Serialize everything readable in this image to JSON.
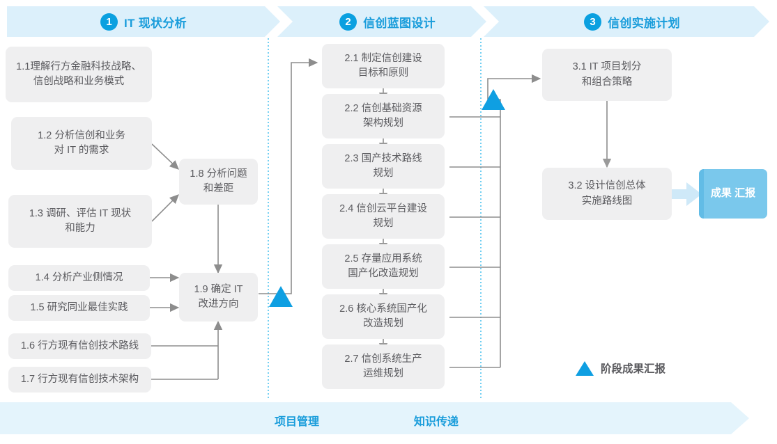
{
  "phases": [
    {
      "num": "1",
      "title": "IT 现状分析"
    },
    {
      "num": "2",
      "title": "信创蓝图设计"
    },
    {
      "num": "3",
      "title": "信创实施计划"
    }
  ],
  "nodes": {
    "n11": {
      "lines": [
        "1.1理解行方金融科技战略、",
        "信创战略和业务模式"
      ]
    },
    "n12": {
      "lines": [
        "1.2 分析信创和业务",
        "对 IT 的需求"
      ]
    },
    "n13": {
      "lines": [
        "1.3 调研、评估 IT 现状",
        "和能力"
      ]
    },
    "n14": {
      "lines": [
        "1.4 分析产业侧情况"
      ]
    },
    "n15": {
      "lines": [
        "1.5 研究同业最佳实践"
      ]
    },
    "n16": {
      "lines": [
        "1.6 行方现有信创技术路线"
      ]
    },
    "n17": {
      "lines": [
        "1.7 行方现有信创技术架构"
      ]
    },
    "n18": {
      "lines": [
        "1.8 分析问题",
        "和差距"
      ]
    },
    "n19": {
      "lines": [
        "1.9 确定 IT",
        "改进方向"
      ]
    },
    "n21": {
      "lines": [
        "2.1 制定信创建设",
        "目标和原则"
      ]
    },
    "n22": {
      "lines": [
        "2.2 信创基础资源",
        "架构规划"
      ]
    },
    "n23": {
      "lines": [
        "2.3 国产技术路线",
        "规划"
      ]
    },
    "n24": {
      "lines": [
        "2.4 信创云平台建设",
        "规划"
      ]
    },
    "n25": {
      "lines": [
        "2.5 存量应用系统",
        "国产化改造规划"
      ]
    },
    "n26": {
      "lines": [
        "2.6 核心系统国产化",
        "改造规划"
      ]
    },
    "n27": {
      "lines": [
        "2.7 信创系统生产",
        "运维规划"
      ]
    },
    "n31": {
      "lines": [
        "3.1 IT 项目划分",
        "和组合策略"
      ]
    },
    "n32": {
      "lines": [
        "3.2 设计信创总体",
        "实施路线图"
      ]
    }
  },
  "result_chip": {
    "lines": [
      "成果",
      "汇报"
    ]
  },
  "legend": {
    "icon": "triangle-marker-icon",
    "label": "阶段成果汇报"
  },
  "footer": {
    "labels": [
      "项目管理",
      "知识传递"
    ]
  },
  "colors": {
    "band": "#dcf0fb",
    "accent": "#1a9ddb",
    "badge": "#0aa0e0",
    "node": "#efeff0",
    "node_text": "#5b5b5f",
    "chip": "#7ac8ec",
    "marker": "#0f9fe2",
    "wire": "#8d8d8d",
    "divider": "#4fc3ef",
    "footer_band": "#e4f4fc"
  }
}
